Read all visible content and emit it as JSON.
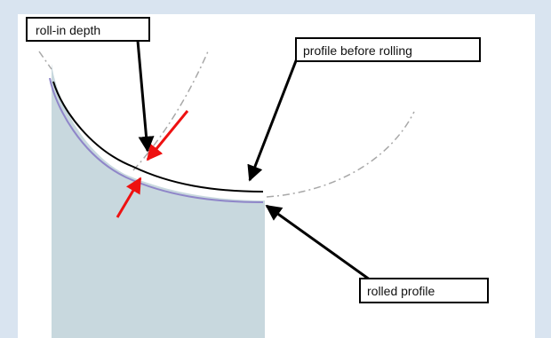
{
  "labels": {
    "roll_in_depth": "roll-in depth",
    "profile_before_rolling": "profile before rolling",
    "rolled_profile": "rolled profile"
  },
  "colors": {
    "frame_background": "#d9e4f0",
    "panel_background": "#ffffff",
    "material_fill": "#c8d8de",
    "profile_before": "#000000",
    "profile_rolled": "#8f86c9",
    "construction_line": "#a8a8a8",
    "depth_arrows": "#ee1111",
    "leader_arrows": "#000000"
  }
}
